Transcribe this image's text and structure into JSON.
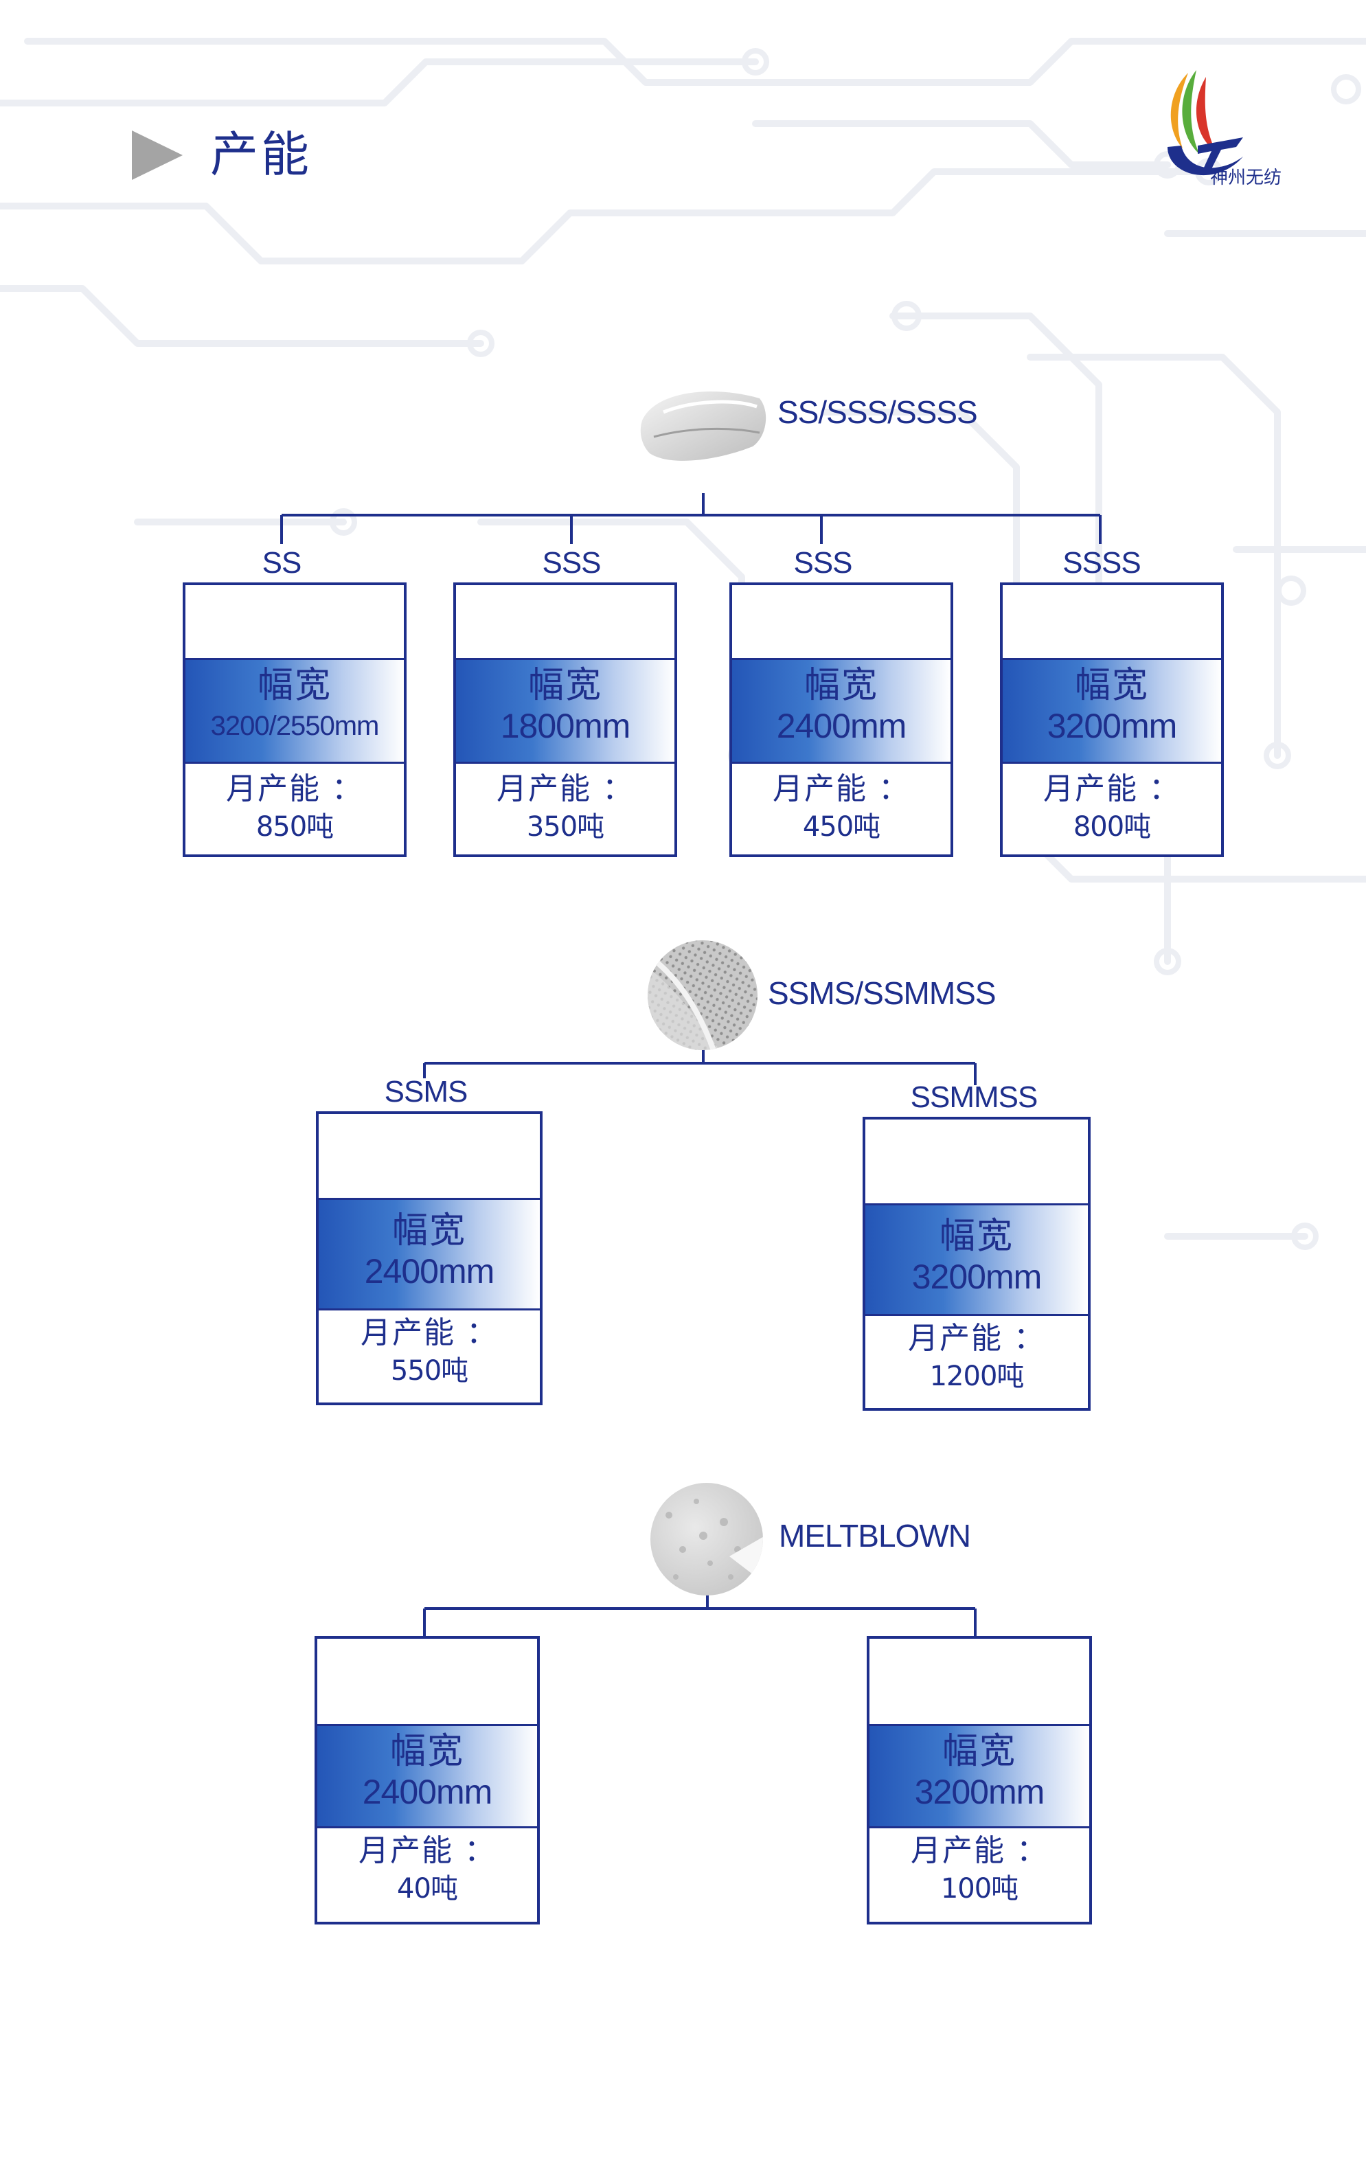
{
  "header": {
    "title": "产能",
    "logo_text": "神州无纺"
  },
  "sections": [
    {
      "name": "SS/SSS/SSSS",
      "nodes": [
        {
          "label": "SS",
          "width_label": "幅宽",
          "width_value": "3200/2550mm",
          "capacity_label": "月产能 ：",
          "capacity_value": "850吨"
        },
        {
          "label": "SSS",
          "width_label": "幅宽",
          "width_value": "1800mm",
          "capacity_label": "月产能 ：",
          "capacity_value": "350吨"
        },
        {
          "label": "SSS",
          "width_label": "幅宽",
          "width_value": "2400mm",
          "capacity_label": "月产能 ：",
          "capacity_value": "450吨"
        },
        {
          "label": "SSSS",
          "width_label": "幅宽",
          "width_value": "3200mm",
          "capacity_label": "月产能 ：",
          "capacity_value": "800吨"
        }
      ]
    },
    {
      "name": "SSMS/SSMMSS",
      "nodes": [
        {
          "label": "SSMS",
          "width_label": "幅宽",
          "width_value": "2400mm",
          "capacity_label": "月产能 ：",
          "capacity_value": "550吨"
        },
        {
          "label": "SSMMSS",
          "width_label": "幅宽",
          "width_value": "3200mm",
          "capacity_label": "月产能 ：",
          "capacity_value": "1200吨"
        }
      ]
    },
    {
      "name": "MELTBLOWN",
      "nodes": [
        {
          "label": "",
          "width_label": "幅宽",
          "width_value": "2400mm",
          "capacity_label": "月产能 ：",
          "capacity_value": "40吨"
        },
        {
          "label": "",
          "width_label": "幅宽",
          "width_value": "3200mm",
          "capacity_label": "月产能 ：",
          "capacity_value": "100吨"
        }
      ]
    }
  ],
  "colors": {
    "primary": "#1e2f8c",
    "band_dark": "#2456b7",
    "arrow": "#a4a4a4",
    "circuit": "#eceef3"
  },
  "icons": [
    "play-arrow-icon",
    "company-logo",
    "fabric-roll-image",
    "spunbond-fabric-image",
    "meltblown-fabric-image"
  ]
}
